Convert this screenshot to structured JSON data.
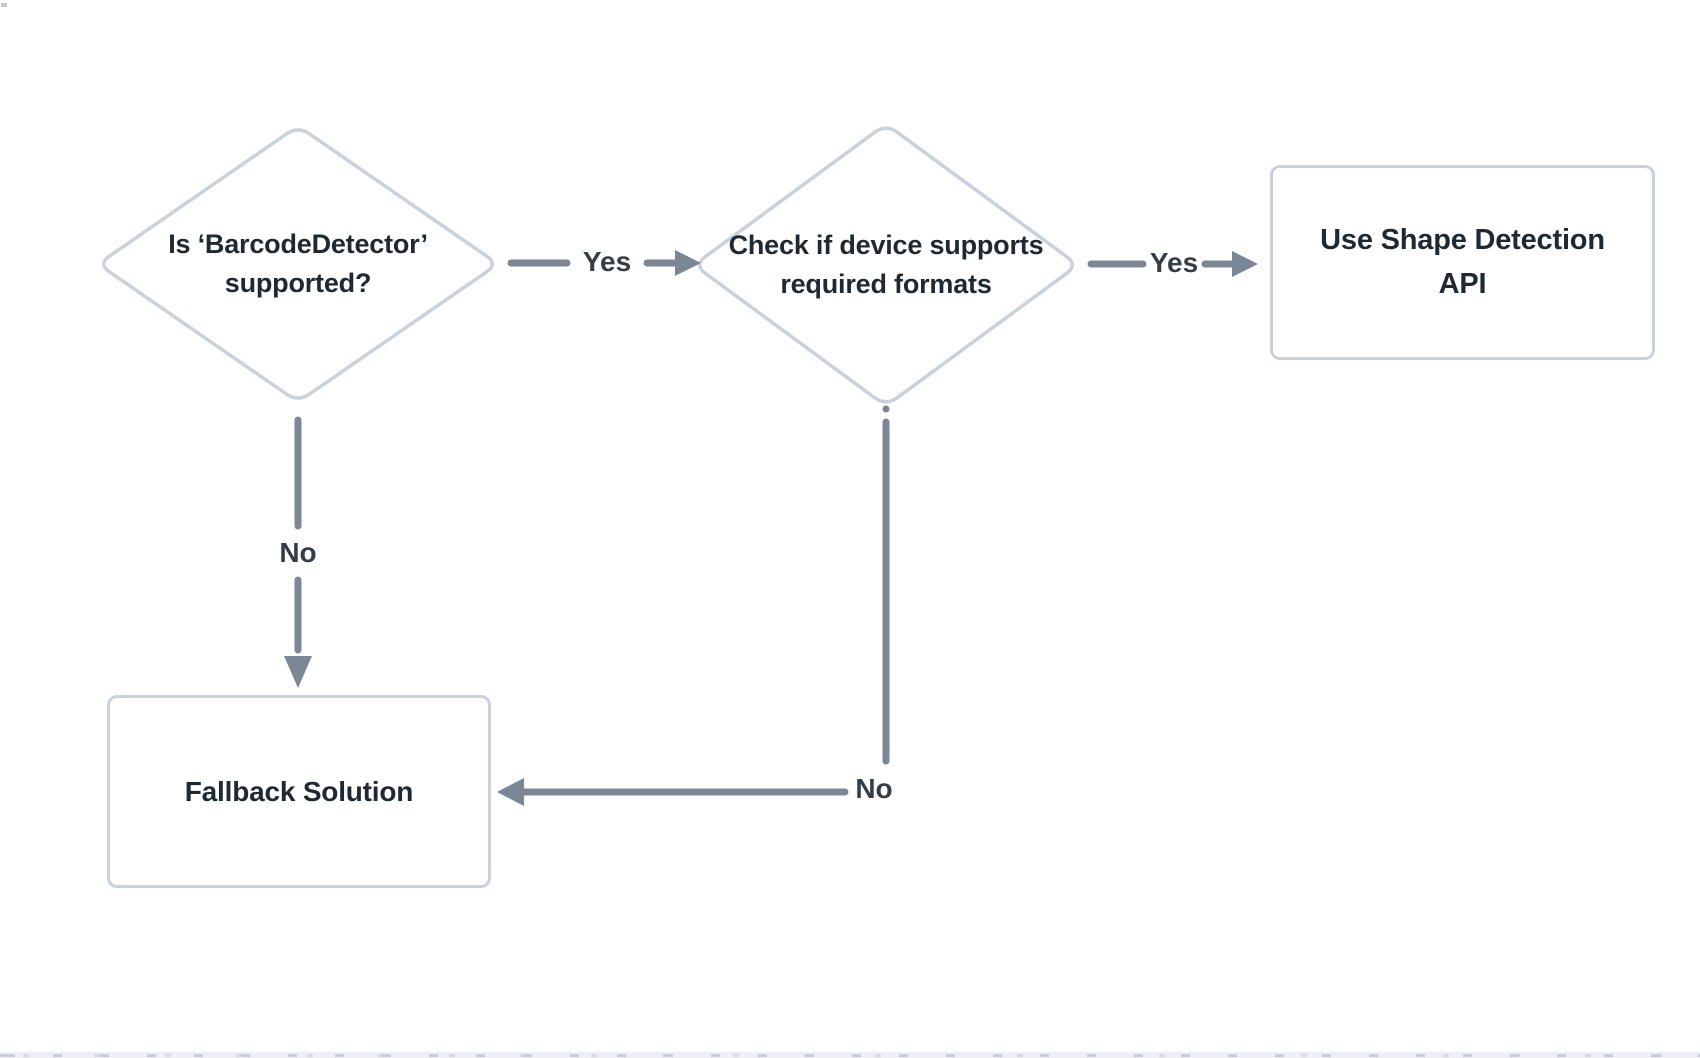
{
  "canvas": {
    "background": "#ffffff"
  },
  "colors": {
    "node_border": "#c9d2dc",
    "node_fill": "#ffffff",
    "node_text": "#1f2933",
    "arrow": "#7b8794",
    "edge_label_text": "#333e48",
    "bottom_strip_bg": "#edeff4",
    "bottom_strip_marks": "#c9cdd9"
  },
  "flowchart": {
    "nodes": [
      {
        "id": "barcode-supported",
        "shape": "diamond",
        "label": "Is ‘BarcodeDetector’ supported?"
      },
      {
        "id": "format-support",
        "shape": "diamond",
        "label": "Check if device supports required formats"
      },
      {
        "id": "use-shape-detection",
        "shape": "rectangle",
        "label": "Use Shape Detection API"
      },
      {
        "id": "fallback",
        "shape": "rectangle",
        "label": "Fallback Solution"
      }
    ],
    "edges": [
      {
        "from": "barcode-supported",
        "to": "format-support",
        "label": "Yes"
      },
      {
        "from": "format-support",
        "to": "use-shape-detection",
        "label": "Yes"
      },
      {
        "from": "barcode-supported",
        "to": "fallback",
        "label": "No"
      },
      {
        "from": "format-support",
        "to": "fallback",
        "label": "No"
      }
    ]
  }
}
